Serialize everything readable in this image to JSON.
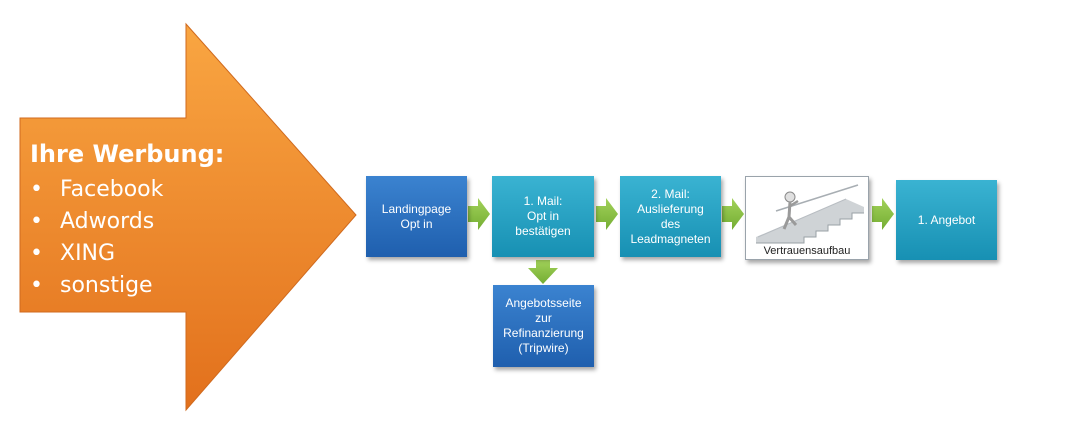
{
  "big_arrow": {
    "title": "Ihre Werbung:",
    "items": [
      "Facebook",
      "Adwords",
      "XING",
      "sonstige"
    ]
  },
  "steps": [
    {
      "id": "landingpage",
      "text": "Landingpage\nOpt in"
    },
    {
      "id": "mail-1",
      "text": "1. Mail:\nOpt in\nbestätigen"
    },
    {
      "id": "mail-2",
      "text": "2. Mail:\nAuslieferung\ndes\nLeadmagneten"
    },
    {
      "id": "vertrauensaufbau",
      "text": "Vertrauensaufbau",
      "icon": "stairs-climber-icon"
    },
    {
      "id": "angebot",
      "text": "1. Angebot"
    }
  ],
  "branch": {
    "text": "Angebotsseite\nzur\nRefinanzierung\n(Tripwire)"
  },
  "colors": {
    "orange_light": "#f7a23c",
    "orange_dark": "#e2711d",
    "box_blue": "#2a70c0",
    "box_teal": "#20a0c0",
    "arrow_green": "#8bc34a"
  }
}
